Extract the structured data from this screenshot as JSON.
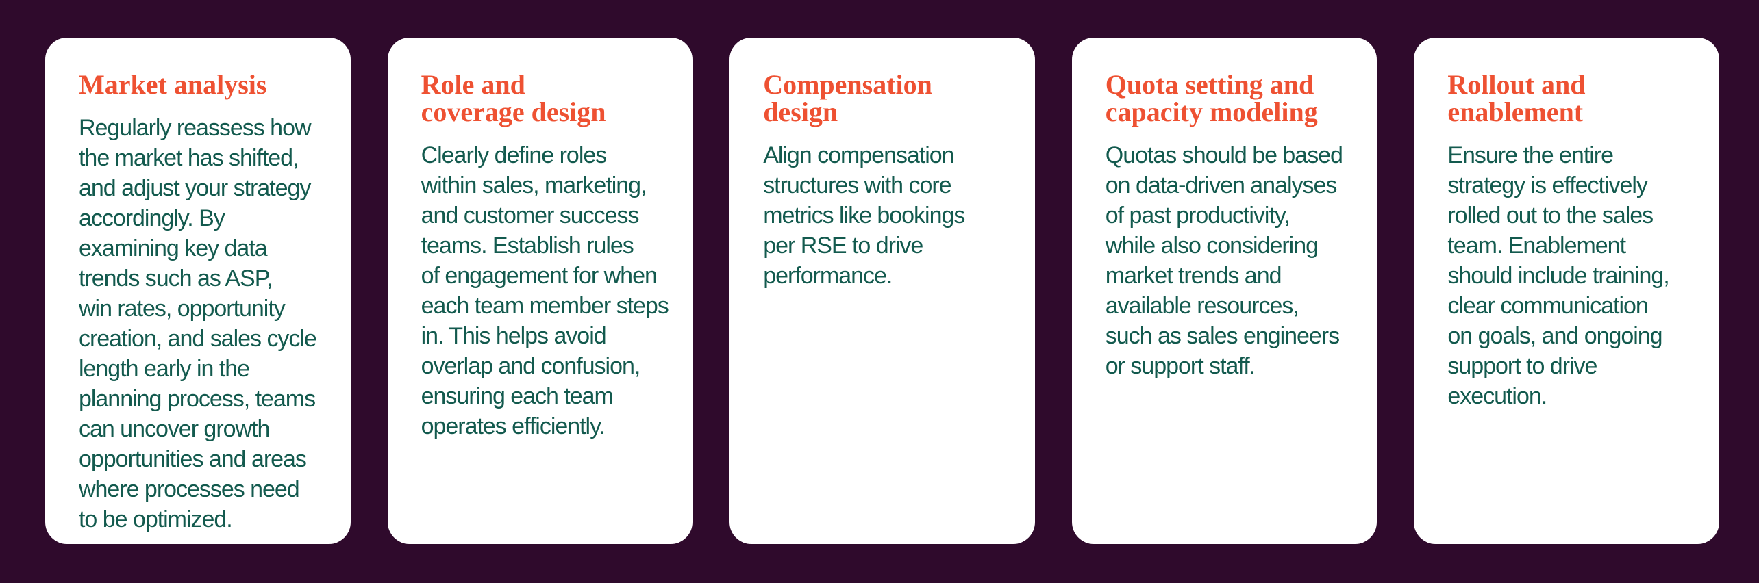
{
  "page": {
    "background_color": "#2f0a2c"
  },
  "palette": {
    "card_background": "#ffffff",
    "title_color": "#ee5132",
    "body_text_color": "#135a4e"
  },
  "cards": [
    {
      "title": "Market analysis",
      "body": "Regularly reassess how\nthe market has shifted,\nand adjust your strategy\naccordingly. By\nexamining key data\ntrends such as ASP,\nwin rates, opportunity\ncreation, and sales cycle\nlength early in the\nplanning process, teams\ncan uncover growth\nopportunities and areas\nwhere processes need\nto be optimized."
    },
    {
      "title": "Role and\ncoverage design",
      "body": "Clearly define roles\nwithin sales, marketing,\nand customer success\nteams. Establish rules\nof engagement for when\neach team member steps\nin. This helps avoid\noverlap and confusion,\nensuring each team\noperates efficiently."
    },
    {
      "title": "Compensation\ndesign",
      "body": "Align compensation\nstructures with core\nmetrics like bookings\nper RSE to drive\nperformance."
    },
    {
      "title": "Quota setting and\ncapacity modeling",
      "body": "Quotas should be based\non data-driven analyses\nof past productivity,\nwhile also considering\nmarket trends and\navailable resources,\nsuch as sales engineers\nor support staff."
    },
    {
      "title": "Rollout and\nenablement",
      "body": "Ensure the entire\nstrategy is effectively\nrolled out to the sales\nteam. Enablement\nshould include training,\nclear communication\non goals, and ongoing\nsupport to drive\nexecution."
    }
  ]
}
